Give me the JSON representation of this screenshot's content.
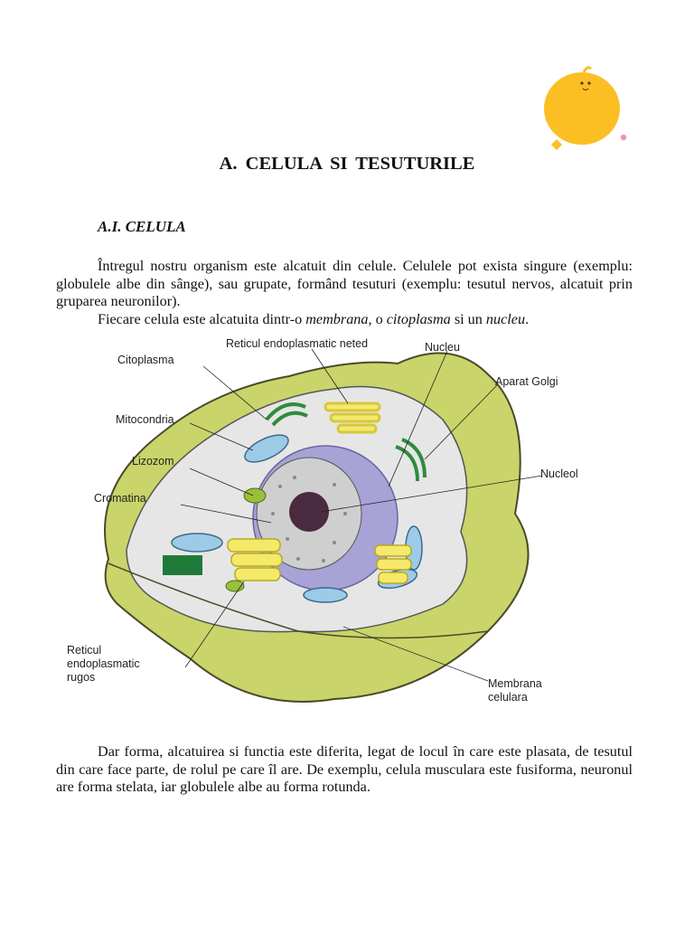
{
  "document": {
    "title": "A.  CELULA  SI  TESUTURILE",
    "section": "A.I. CELULA",
    "paragraph1": "Întregul nostru organism este alcatuit din celule. Celulele pot exista singure (exemplu: globulele albe din sânge), sau grupate, formând tesuturi (exemplu: tesutul nervos, alcatuit prin gruparea neuronilor).",
    "paragraph2": {
      "prefix": "Fiecare celula este alcatuita dintr-o ",
      "term1": "membrana",
      "sep1": ", o ",
      "term2": "citoplasma",
      "sep2": " si un ",
      "term3": "nucleu",
      "suffix": "."
    },
    "paragraph3": "Dar forma, alcatuirea si functia este diferita, legat de locul în care este plasata, de tesutul din care face parte, de rolul pe care îl are. De exemplu, celula musculara este fusiforma, neuronul are forma stelata, iar globulele albe au forma rotunda."
  },
  "diagram": {
    "labels": {
      "reticul_neted": "Reticul endoplasmatic neted",
      "nucleu": "Nucleu",
      "citoplasma": "Citoplasma",
      "aparat_golgi": "Aparat Golgi",
      "mitocondria": "Mitocondria",
      "lizozom": "Lizozom",
      "nucleol": "Nucleol",
      "cromatina": "Cromatina",
      "reticul_rugos_1": "Reticul",
      "reticul_rugos_2": "endoplasmatic",
      "reticul_rugos_3": "rugos",
      "membrana_1": "Membrana",
      "membrana_2": "celulara"
    },
    "colors": {
      "membrane": "#c9d46a",
      "cytoplasm": "#e6e6e6",
      "nucleus_envelope": "#a7a3d6",
      "nucleolus": "#4a2a3e",
      "golgi": "#2e8b3d",
      "mitochondria": "#9ccbe8",
      "reticulum": "#f5e96a"
    }
  },
  "decoration": {
    "mascot_color": "#fbbf24"
  }
}
